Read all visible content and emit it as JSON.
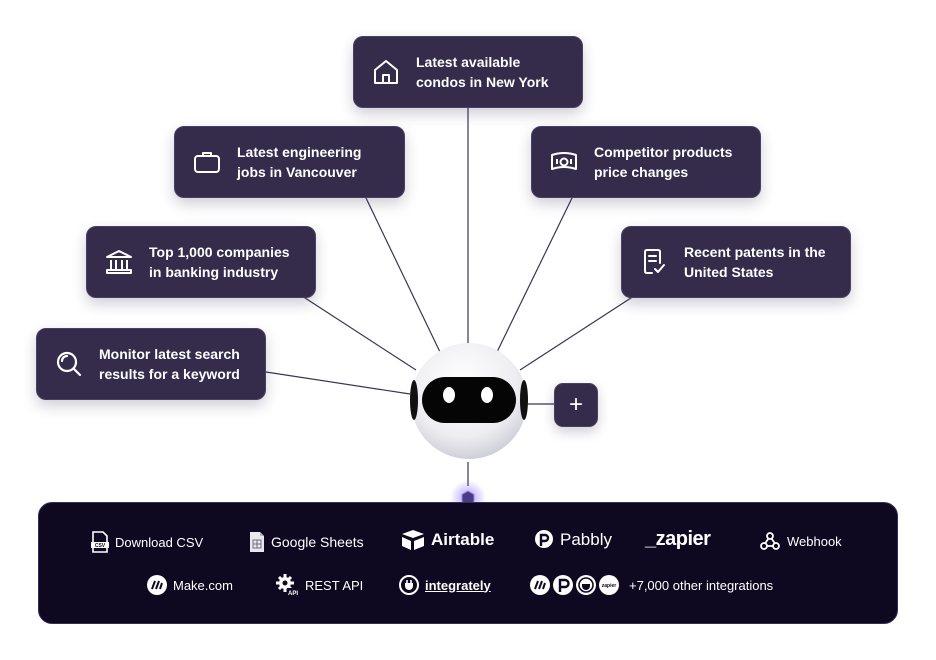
{
  "cards": {
    "condos": {
      "line1": "Latest available",
      "line2": "condos in New York",
      "icon": "home-icon"
    },
    "jobs": {
      "line1": "Latest engineering",
      "line2": "jobs in Vancouver",
      "icon": "briefcase-icon"
    },
    "price": {
      "line1": "Competitor products",
      "line2": "price changes",
      "icon": "money-icon"
    },
    "banking": {
      "line1": "Top 1,000 companies",
      "line2": "in banking industry",
      "icon": "bank-icon"
    },
    "patents": {
      "line1": "Recent patents in the",
      "line2": "United States",
      "icon": "document-check-icon"
    },
    "monitor": {
      "line1": "Monitor latest search",
      "line2": "results for a keyword",
      "icon": "search-icon"
    }
  },
  "add_button": {
    "label": "+"
  },
  "integrations": {
    "row1": [
      {
        "key": "download_csv",
        "label": "Download CSV",
        "icon": "csv-file-icon"
      },
      {
        "key": "google_sheets",
        "label": "Google Sheets",
        "icon": "google-sheets-icon"
      },
      {
        "key": "airtable",
        "label": "Airtable",
        "icon": "airtable-icon"
      },
      {
        "key": "pabbly",
        "label": "Pabbly",
        "icon": "pabbly-icon"
      },
      {
        "key": "zapier",
        "label": "_zapier",
        "icon": "zapier-logo"
      },
      {
        "key": "webhook",
        "label": "Webhook",
        "icon": "webhook-icon"
      }
    ],
    "row2": [
      {
        "key": "make",
        "label": "Make.com",
        "icon": "make-icon"
      },
      {
        "key": "rest_api",
        "label": "REST API",
        "icon": "gear-api-icon",
        "badge": "API"
      },
      {
        "key": "integrately",
        "label": "integrately",
        "icon": "integrately-icon"
      },
      {
        "key": "other",
        "label": "+7,000 other integrations",
        "icon": "integration-cluster-icon",
        "badge": "zapier"
      }
    ]
  },
  "colors": {
    "card_bg": "#352c4c",
    "panel_bg": "#0e0820",
    "line": "#3b3356",
    "text": "#ffffff"
  }
}
